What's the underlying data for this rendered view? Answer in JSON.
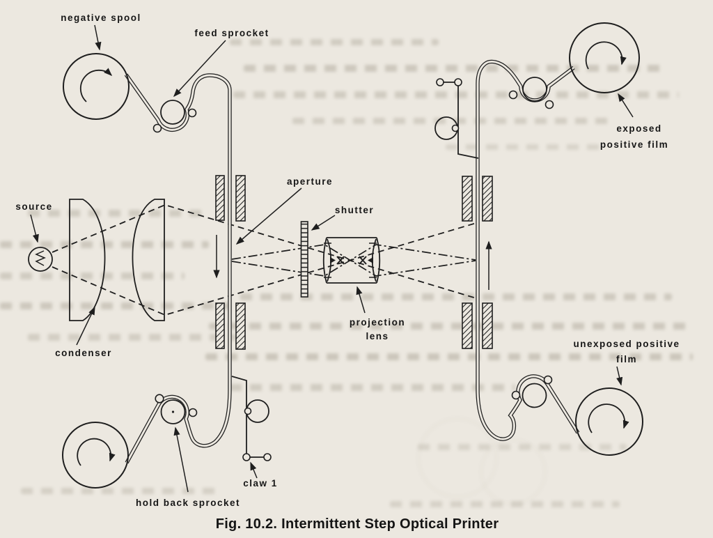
{
  "page": {
    "background_color": "#ece8e0",
    "ink_color": "#1e1e1e",
    "caption": "Fig. 10.2.  Intermittent Step Optical Printer"
  },
  "labels": {
    "negative_spool": "negative spool",
    "feed_sprocket": "feed sprocket",
    "source": "source",
    "condenser": "condenser",
    "aperture": "aperture",
    "shutter": "shutter",
    "projection_lens_line1": "projection",
    "projection_lens_line2": "lens",
    "hold_back_sprocket": "hold back sprocket",
    "claw_1": "claw 1",
    "exposed_film_line1": "exposed",
    "exposed_film_line2": "positive film",
    "unexposed_film_line1": "unexposed positive",
    "unexposed_film_line2": "film"
  }
}
